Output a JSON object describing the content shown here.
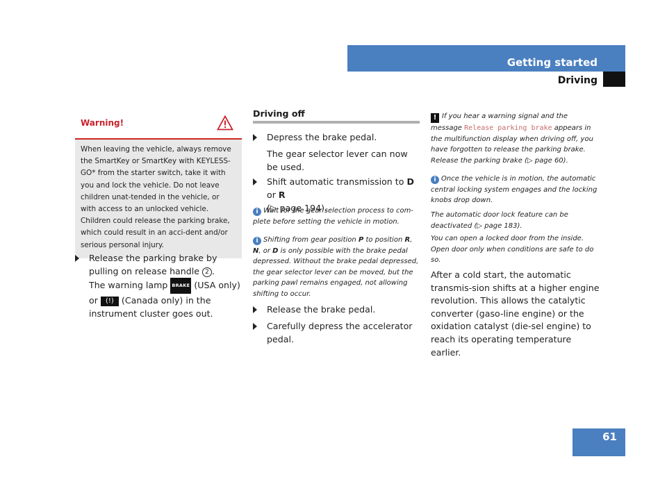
{
  "header": {
    "title": "Getting started",
    "subtitle": "Driving"
  },
  "page_number": "61",
  "warning": {
    "title": "Warning!",
    "text": "When leaving the vehicle, always remove the SmartKey or SmartKey with KEYLESS-GO* from the starter switch, take it with you and lock the vehicle. Do not leave children unat-tended in the vehicle, or with access to an unlocked vehicle. Children could release the parking brake, which could result in an acci-dent and/or serious personal injury."
  },
  "left": {
    "step1_text": "Release the parking brake by pulling on release handle",
    "step1_num": "2",
    "step1_end": ".",
    "lamp_pre": "The warning lamp",
    "lamp_brake_label": "BRAKE",
    "lamp_usa": "(USA only)",
    "lamp_or": "or",
    "lamp_park_label": "(!)",
    "lamp_canada": "(Canada only) in the instrument cluster goes out."
  },
  "middle": {
    "title": "Driving off",
    "step1": "Depress the brake pedal.",
    "step1_result": "The gear selector lever can now be used.",
    "step2_pre": "Shift automatic transmission to",
    "step2_d": "D",
    "step2_or": "or",
    "step2_r": "R",
    "step2_ref": "(▷ page 194).",
    "info1": "Wait for the gear selection process to com-plete before setting the vehicle in motion.",
    "info2_a": "Shifting from gear position",
    "info2_p": "P",
    "info2_b": "to position",
    "info2_r": "R",
    "info2_c": ",",
    "info2_n": "N",
    "info2_d": ", or",
    "info2_dd": "D",
    "info2_e": "is only possible with the brake pedal depressed. Without the brake pedal depressed, the gear selector lever can be moved, but the parking pawl remains engaged, not allowing shifting to occur.",
    "step3": "Release the brake pedal.",
    "step4": "Carefully depress the accelerator pedal."
  },
  "right": {
    "alert_a": "If you hear a warning signal and the message",
    "alert_msg": "Release parking brake",
    "alert_b": "appears in the multifunction display when driving off, you have forgotten to release the parking brake.",
    "alert_c": "Release the parking brake (▷ page 60).",
    "info_a": "Once the vehicle is in motion, the automatic central locking system engages and the locking knobs drop down.",
    "info_b": "The automatic door lock feature can be deactivated (▷ page 183).",
    "info_c": "You can open a locked door from the inside. Open door only when conditions are safe to do so.",
    "body": "After a cold start, the automatic transmis-sion shifts at a higher engine revolution. This allows the catalytic converter (gaso-line engine) or the oxidation catalyst (die-sel engine) to reach its operating temperature earlier."
  }
}
